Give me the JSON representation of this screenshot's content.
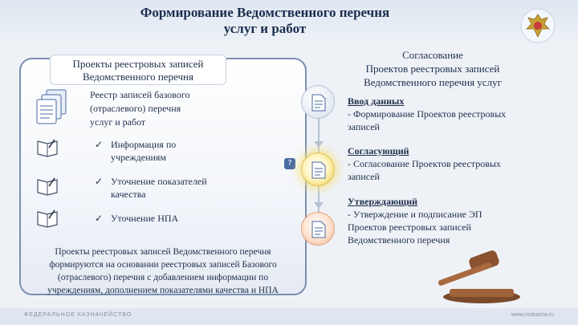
{
  "header": {
    "title_line1": "Формирование Ведомственного перечня",
    "title_line2": "услуг и работ"
  },
  "left": {
    "heading_line1": "Проекты реестровых записей",
    "heading_line2": "Ведомственного перечня",
    "registry_line1": "Реестр записей базового",
    "registry_line2": "(отраслевого) перечня",
    "registry_line3": "услуг и работ",
    "items": [
      {
        "line1": "Информация по",
        "line2": "учреждениям"
      },
      {
        "line1": "Уточнение показателей",
        "line2": "качества"
      },
      {
        "line1": "Уточнение НПА",
        "line2": ""
      }
    ],
    "footnote_line1": "Проекты реестровых записей Ведомственного перечня",
    "footnote_line2": "формируются на основании реестровых записей Базового",
    "footnote_line3": "(отраслевого) перечня с добавлением информации по",
    "footnote_line4": "учреждениям, дополнением показателями качества и НПА",
    "help_symbol": "?"
  },
  "right": {
    "heading_line1": "Согласование",
    "heading_line2": "Проектов реестровых записей",
    "heading_line3": "Ведомственного перечня услуг",
    "steps": [
      {
        "title": "Ввод данных",
        "line1": "- Формирование Проектов реестровых",
        "line2": "записей",
        "line3": ""
      },
      {
        "title": "Согласующий",
        "line1": "- Согласование Проектов реестровых",
        "line2": "записей",
        "line3": ""
      },
      {
        "title": "Утверждающий",
        "line1": "- Утверждение и подписание ЭП",
        "line2": "Проектов реестровых записей",
        "line3": "Ведомственного перечня"
      }
    ]
  },
  "footer": {
    "left_text": "ФЕДЕРАЛЬНОЕ КАЗНАЧЕЙСТВО",
    "right_text": "www.roskazna.ru"
  },
  "colors": {
    "accent": "#1a2c4e",
    "panel_border": "#7b8fb0",
    "active_step": "#f3d86a",
    "final_step": "#f2b48f"
  },
  "icons": [
    "emblem-icon",
    "documents-stack-icon",
    "book-icon",
    "document-icon",
    "gavel-icon",
    "help-icon"
  ]
}
